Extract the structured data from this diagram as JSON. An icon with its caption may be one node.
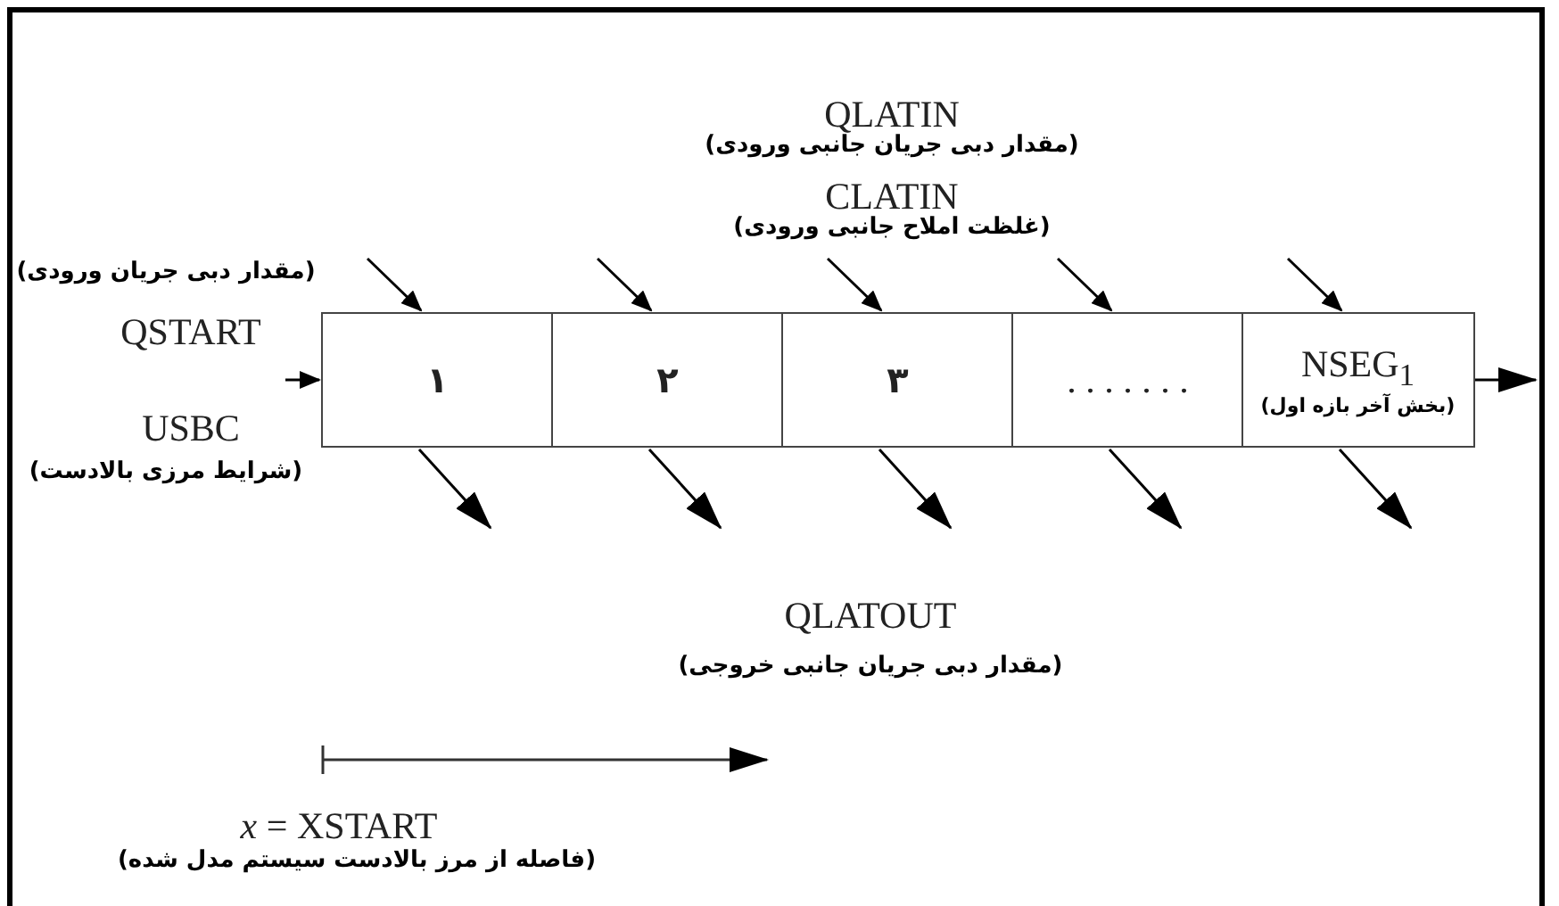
{
  "diagram": {
    "nodes": [
      {
        "text": [
          "۱"
        ]
      },
      {
        "text": [
          "۲"
        ]
      },
      {
        "text": [
          "۳"
        ]
      },
      {
        "text": [
          ". . . . . . ."
        ]
      },
      {
        "text": [
          "NSEG$_{1}$",
          "(بخش آخر بازه اول)"
        ]
      }
    ],
    "edges": [
      {
        "from": null,
        "to": 0,
        "arrow": "to"
      },
      {
        "from": null,
        "to": 0,
        "arrow": "to"
      },
      {
        "from": null,
        "to": 1,
        "arrow": "to"
      },
      {
        "from": null,
        "to": 2,
        "arrow": "to"
      },
      {
        "from": null,
        "to": 3,
        "arrow": "to"
      },
      {
        "from": null,
        "to": 4,
        "arrow": "to"
      },
      {
        "from": 0,
        "to": null,
        "arrow": "to"
      },
      {
        "from": 1,
        "to": null,
        "arrow": "to"
      },
      {
        "from": 2,
        "to": null,
        "arrow": "to"
      },
      {
        "from": 3,
        "to": null,
        "arrow": "to"
      },
      {
        "from": 4,
        "to": null,
        "arrow": "to"
      },
      {
        "from": 4,
        "to": null,
        "arrow": "to"
      }
    ],
    "labels": [
      "QLATIN",
      "(مقدار دبی جریان جانبی ورودی)",
      "CLATIN",
      "(غلظت املاح جانبی ورودی)",
      "(مقدار دبی جریان ورودی)",
      "QSTART",
      "USBC",
      "(شرایط مرزی بالادست)",
      "QLATOUT",
      "(مقدار دبی جریان جانبی خروجی)",
      "*x* = XSTART",
      "(فاصله از مرز بالادست سیستم مدل شده)"
    ]
  }
}
